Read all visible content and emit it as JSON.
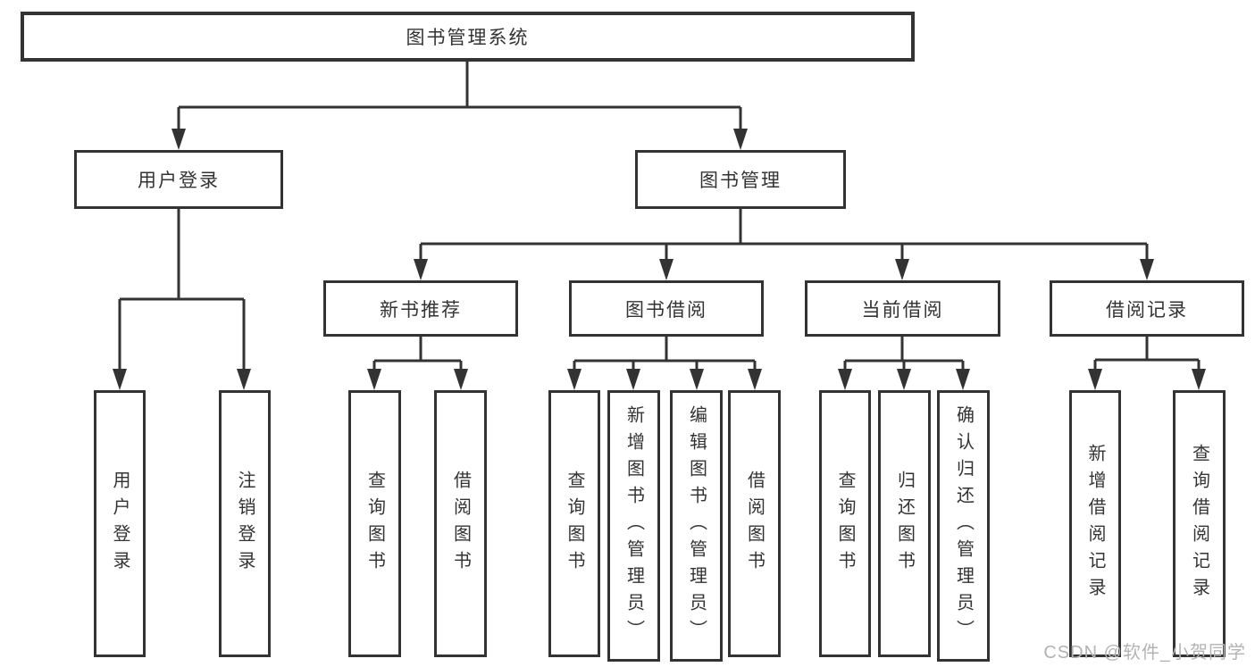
{
  "tree": {
    "root": "图书管理系统",
    "branches": [
      {
        "label": "用户登录",
        "leaves": [
          "用户登录",
          "注销登录"
        ]
      },
      {
        "label": "图书管理",
        "groups": [
          {
            "label": "新书推荐",
            "leaves": [
              "查询图书",
              "借阅图书"
            ]
          },
          {
            "label": "图书借阅",
            "leaves": [
              "查询图书",
              "新增图书（管理员）",
              "编辑图书（管理员）",
              "借阅图书"
            ]
          },
          {
            "label": "当前借阅",
            "leaves": [
              "查询图书",
              "归还图书",
              "确认归还（管理员）"
            ]
          },
          {
            "label": "借阅记录",
            "leaves": [
              "新增借阅记录",
              "查询借阅记录"
            ]
          }
        ]
      }
    ]
  },
  "watermark": {
    "text": "CSDN @软件_小贺同学"
  },
  "colors": {
    "line": "#333333",
    "text": "#333333",
    "background": "#ffffff",
    "watermark": "#b3b3b3"
  }
}
